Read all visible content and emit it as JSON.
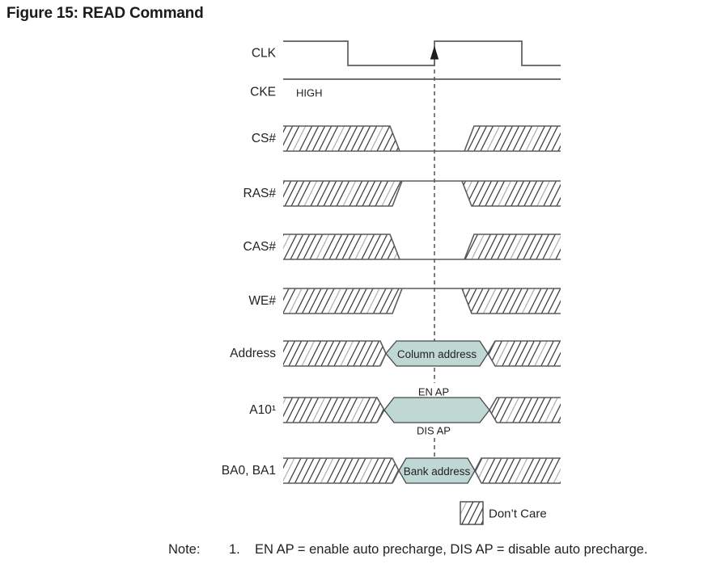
{
  "title": "Figure 15: READ Command",
  "figure": {
    "signals": [
      {
        "name": "CLK",
        "label": "CLK",
        "type": "clock",
        "edge_marker": "arrow on rising edge at command latch"
      },
      {
        "name": "CKE",
        "label": "CKE",
        "type": "level",
        "value": "HIGH"
      },
      {
        "name": "CS#",
        "label": "CS#",
        "type": "control",
        "state_at_command": "LOW"
      },
      {
        "name": "RAS#",
        "label": "RAS#",
        "type": "control",
        "state_at_command": "HIGH"
      },
      {
        "name": "CAS#",
        "label": "CAS#",
        "type": "control",
        "state_at_command": "LOW"
      },
      {
        "name": "WE#",
        "label": "WE#",
        "type": "control",
        "state_at_command": "HIGH"
      },
      {
        "name": "Address",
        "label": "Address",
        "type": "bus",
        "bubble": "Column address"
      },
      {
        "name": "A10",
        "label": "A10¹",
        "type": "bus",
        "annotation_above": "EN AP",
        "annotation_below": "DIS AP"
      },
      {
        "name": "BA0, BA1",
        "label": "BA0, BA1",
        "type": "bus",
        "bubble": "Bank address"
      }
    ],
    "legend": {
      "dont_care": "Don’t Care"
    },
    "colors": {
      "bubble_fill": "#bfd8d3",
      "hatch_line": "#26262b",
      "hatch_alt_line": "#a7a9ac",
      "signal_line": "#5b5c5e",
      "text": "#231f20"
    }
  },
  "note": {
    "label": "Note:",
    "number": "1.",
    "text": "EN AP = enable auto precharge, DIS AP = disable auto precharge."
  }
}
